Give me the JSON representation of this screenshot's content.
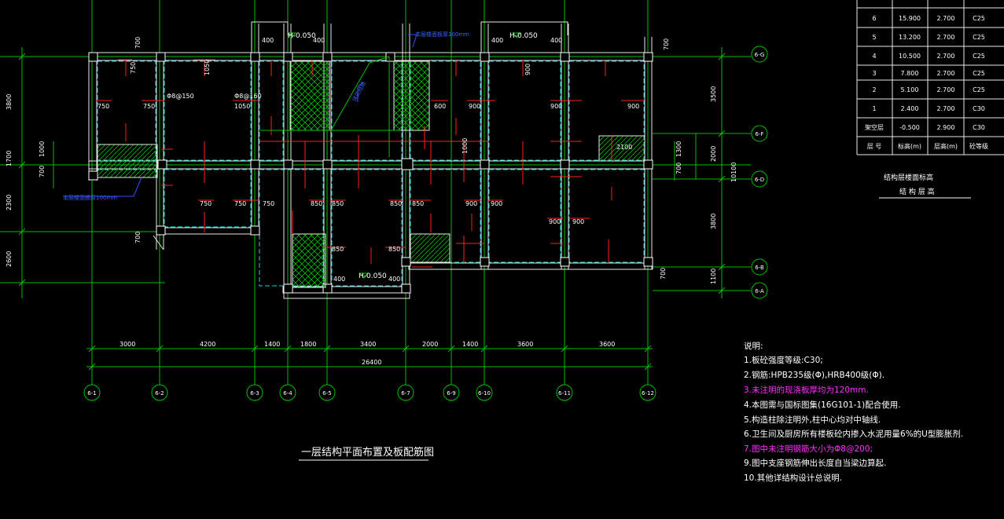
{
  "drawing": {
    "title": "一层结构平面布置及板配筋图",
    "total_dim": "26400",
    "notes_title": "说明:",
    "notes": [
      "1.板砼强度等级:C30;",
      "2.钢筋:HPB235级(Φ),HRB400级(Φ).",
      "3.未注明的现浇板厚均为120mm.",
      "4.本图需与国标图集(16G101-1)配合使用.",
      "5.构造柱除注明外,柱中心均对中轴线.",
      "6.卫生间及厨房所有楼板砼内掺入水泥用量6%的U型膨胀剂.",
      "7.图中未注明钢筋大小为Φ8@200;",
      "9.图中支座钢筋伸出长度自当梁边算起.",
      "10.其他详结构设计总说明."
    ],
    "table_caption_1": "结构层楼面标高",
    "table_caption_2": "结 构 层 高",
    "table_headers": [
      "层 号",
      "标高(m)",
      "层高(m)",
      "砼等级"
    ],
    "table_rows": [
      [
        "6",
        "15.900",
        "2.700",
        "C25"
      ],
      [
        "5",
        "13.200",
        "2.700",
        "C25"
      ],
      [
        "4",
        "10.500",
        "2.700",
        "C25"
      ],
      [
        "3",
        "7.800",
        "2.700",
        "C25"
      ],
      [
        "2",
        "5.100",
        "2.700",
        "C25"
      ],
      [
        "1",
        "2.400",
        "2.700",
        "C30"
      ],
      [
        "架空层",
        "-0.500",
        "2.900",
        "C30"
      ]
    ],
    "axes_bottom": [
      "6-1",
      "6-2",
      "6-3",
      "6-4",
      "6-5",
      "6-7",
      "6-9",
      "6-10",
      "6-11",
      "6-12"
    ],
    "axes_right": [
      "6-G",
      "6-F",
      "6-D",
      "6-B",
      "6-A"
    ],
    "dims_bottom": [
      "3000",
      "4200",
      "1400",
      "1800",
      "3400",
      "2000",
      "1400",
      "3600",
      "3600"
    ],
    "dims_left": [
      "3800",
      "1700",
      "2300",
      "2600"
    ],
    "dims_left_inner": [
      "1000",
      "700"
    ],
    "dims_right": [
      "3500",
      "2000",
      "3800",
      "1100"
    ],
    "dims_right_inner": [
      "1300",
      "700"
    ],
    "dim_right_total": "10100",
    "elev_labels": [
      "H-0.050",
      "H-0.050",
      "H-0.050"
    ],
    "small_dims": [
      "400",
      "400",
      "400",
      "400",
      "400",
      "400",
      "700",
      "700",
      "700",
      "700"
    ],
    "rebar_labels": [
      "750",
      "1050",
      "900",
      "850",
      "600",
      "1000",
      "2100",
      "Φ8@150",
      "Φ8@160"
    ],
    "blue_notes": [
      "本层楼面板厚100mm",
      "本层楼面板厚100mm",
      "详见结施"
    ]
  }
}
